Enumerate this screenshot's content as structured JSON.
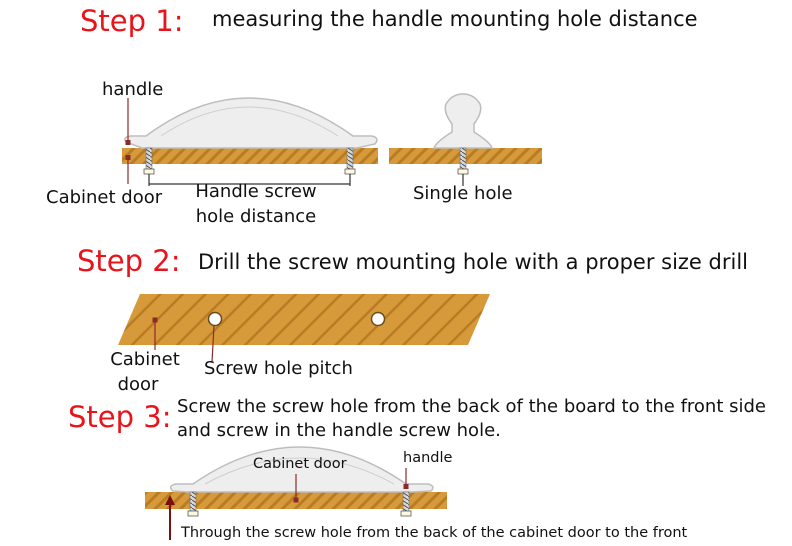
{
  "step1": {
    "label": "Step 1:",
    "title": "measuring the handle mounting hole distance",
    "handle_label": "handle",
    "cabinet_door_label": "Cabinet door",
    "distance_label_line1": "Handle screw",
    "distance_label_line2": "hole distance",
    "single_hole_label": "Single hole"
  },
  "step2": {
    "label": "Step 2:",
    "title": "Drill the screw mounting hole with a proper size drill",
    "cabinet_door_line1": "Cabinet",
    "cabinet_door_line2": "door",
    "pitch_label": "Screw hole pitch"
  },
  "step3": {
    "label": "Step 3:",
    "title_line1": "Screw the screw hole from the back of the board to the front side",
    "title_line2": "and screw in the handle screw hole.",
    "cabinet_door_label": "Cabinet door",
    "handle_label": "handle",
    "caption": "Through the screw hole from the back of the cabinet door to the front"
  },
  "colors": {
    "step_red": "#e8141b",
    "wood": "#d79a3a",
    "wood_stripe": "#b97c24",
    "handle": "#eeeeee",
    "handle_edge": "#bdbdbd",
    "leader": "#8b2a2a",
    "arrow": "#7a1010"
  }
}
